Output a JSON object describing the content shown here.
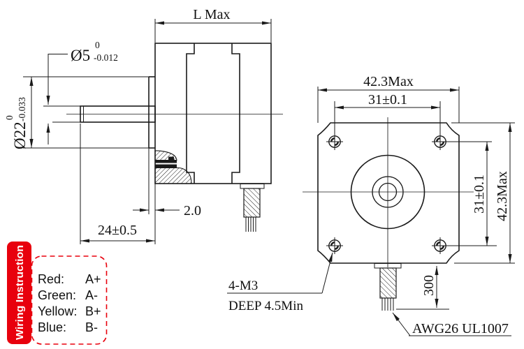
{
  "drawing_type": "stepper-motor-dimension-drawing",
  "colors": {
    "line": "#1a1a1a",
    "accent_red": "#e8000d",
    "background": "#ffffff"
  },
  "side_view": {
    "length_label": "L Max",
    "shaft_diameter": {
      "main": "Ø5",
      "tol_upper": "0",
      "tol_lower": "-0.012"
    },
    "pilot_diameter": {
      "main": "Ø22",
      "tol_upper": "0",
      "tol_lower": "-0.033"
    },
    "pilot_depth": "2.0",
    "shaft_length": "24±0.5"
  },
  "front_view": {
    "width": "42.3Max",
    "hole_spacing_horizontal": "31±0.1",
    "hole_spacing_vertical": "31±0.1",
    "height": "42.3Max",
    "lead_length": "300",
    "mounting_note_line1": "4-M3",
    "mounting_note_line2": "DEEP 4.5Min",
    "wire_spec": "AWG26 UL1007"
  },
  "wiring_box": {
    "tab_label": "Wiring Instruction",
    "rows": [
      {
        "color_name": "Red:",
        "pin": "A+"
      },
      {
        "color_name": "Green:",
        "pin": "A-"
      },
      {
        "color_name": "Yellow:",
        "pin": "B+"
      },
      {
        "color_name": "Blue:",
        "pin": "B-"
      }
    ]
  }
}
